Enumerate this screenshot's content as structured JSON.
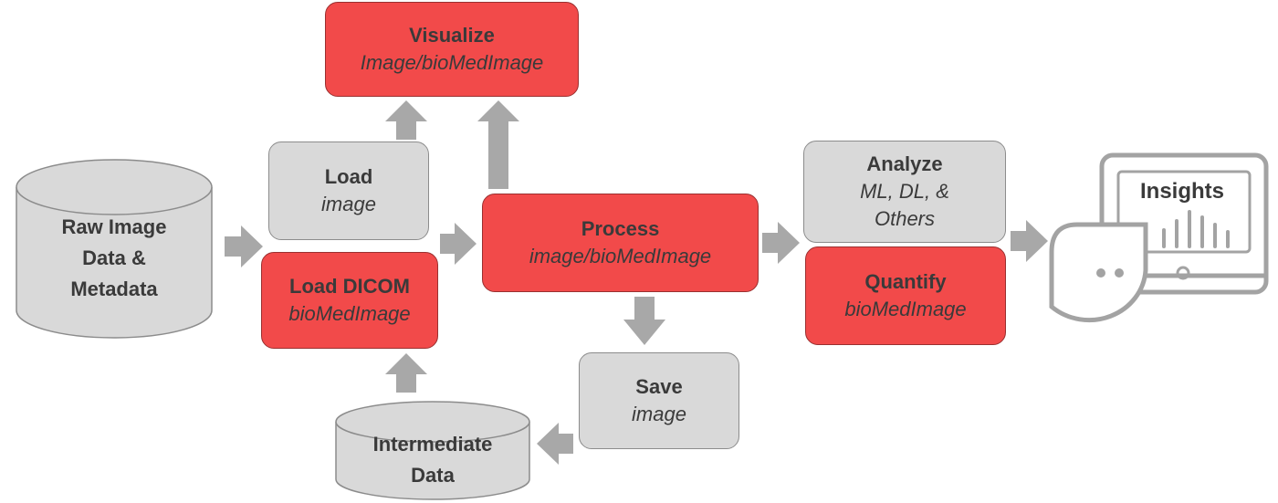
{
  "nodes": {
    "raw_data": {
      "line1": "Raw Image",
      "line2": "Data &",
      "line3": "Metadata"
    },
    "load": {
      "title": "Load",
      "sub": "image"
    },
    "load_dicom": {
      "title": "Load DICOM",
      "sub": "bioMedImage"
    },
    "visualize": {
      "title": "Visualize",
      "sub": "Image/bioMedImage"
    },
    "process": {
      "title": "Process",
      "sub": "image/bioMedImage"
    },
    "save": {
      "title": "Save",
      "sub": "image"
    },
    "intermediate": {
      "line1": "Intermediate",
      "line2": "Data"
    },
    "analyze": {
      "title": "Analyze",
      "sub1": "ML, DL, &",
      "sub2": "Others"
    },
    "quantify": {
      "title": "Quantify",
      "sub": "bioMedImage"
    },
    "insights": {
      "label": "Insights"
    }
  },
  "colors": {
    "red": "#f24a4a",
    "gray": "#d9d9d9",
    "arrow": "#a8a8a8",
    "icon": "#a3a3a3"
  },
  "icons": [
    "database-cylinder",
    "intermediate-database-cylinder",
    "insights-monitor-icon",
    "face-icon",
    "bar-chart-icon"
  ]
}
